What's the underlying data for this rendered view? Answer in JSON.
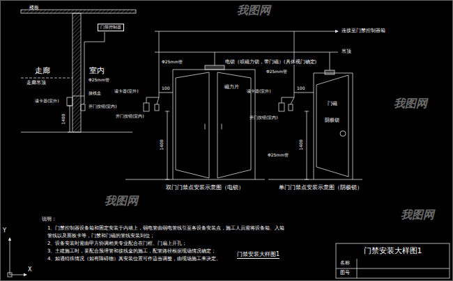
{
  "diagram": {
    "caption": "门禁安装大样图1",
    "nodes": [
      {
        "text": [
          "门禁控制器"
        ]
      },
      {
        "text": [
          "门禁安装大样图1"
        ]
      }
    ],
    "labels": [
      "楼板",
      "走廊",
      "室内",
      "走廊吊顶",
      "Φ25mm管",
      "读卡器(室外)",
      "开门按钮(室内)",
      "接线盒",
      "1400",
      "连接至门禁控制器箱",
      "吊顶",
      "电锁（或磁力锁，带门磁）(具体视门确定)",
      "磁力片",
      "Φ25mm管",
      "读卡器(室外)",
      "开门按钮(室内)",
      "100",
      "1400",
      "双门门禁点安装示意图（电锁）",
      "Φ25mm管",
      "读卡器(室外)",
      "开门按钮(室内)",
      "100",
      "1400",
      "门磁",
      "阴极锁",
      "Φ25mm管",
      "单门门禁点安装示意图（阴极锁）",
      "说明：",
      "1、门禁控制器设备箱和固定安装于内墙上，弱电管由弱电管线引至各设备安装点，施工人员需将设备箱、入箱管线以及面板卡等，门禁和门磁的管线安装到位；",
      "2、设备安装时需由甲方协调相关专业配合在门框、门扇上开孔；",
      "3、土建施工时，要配合预埋管和接线盒的施工，配管路径根据现场情况确定；",
      "4、如遇特殊情况（如有障碍物）其安装位置可作适当调整，由现场施工来决定。",
      "名称",
      "图号",
      "Y",
      "X",
      "我图网",
      "我图网",
      "我图网",
      "我图网"
    ]
  }
}
